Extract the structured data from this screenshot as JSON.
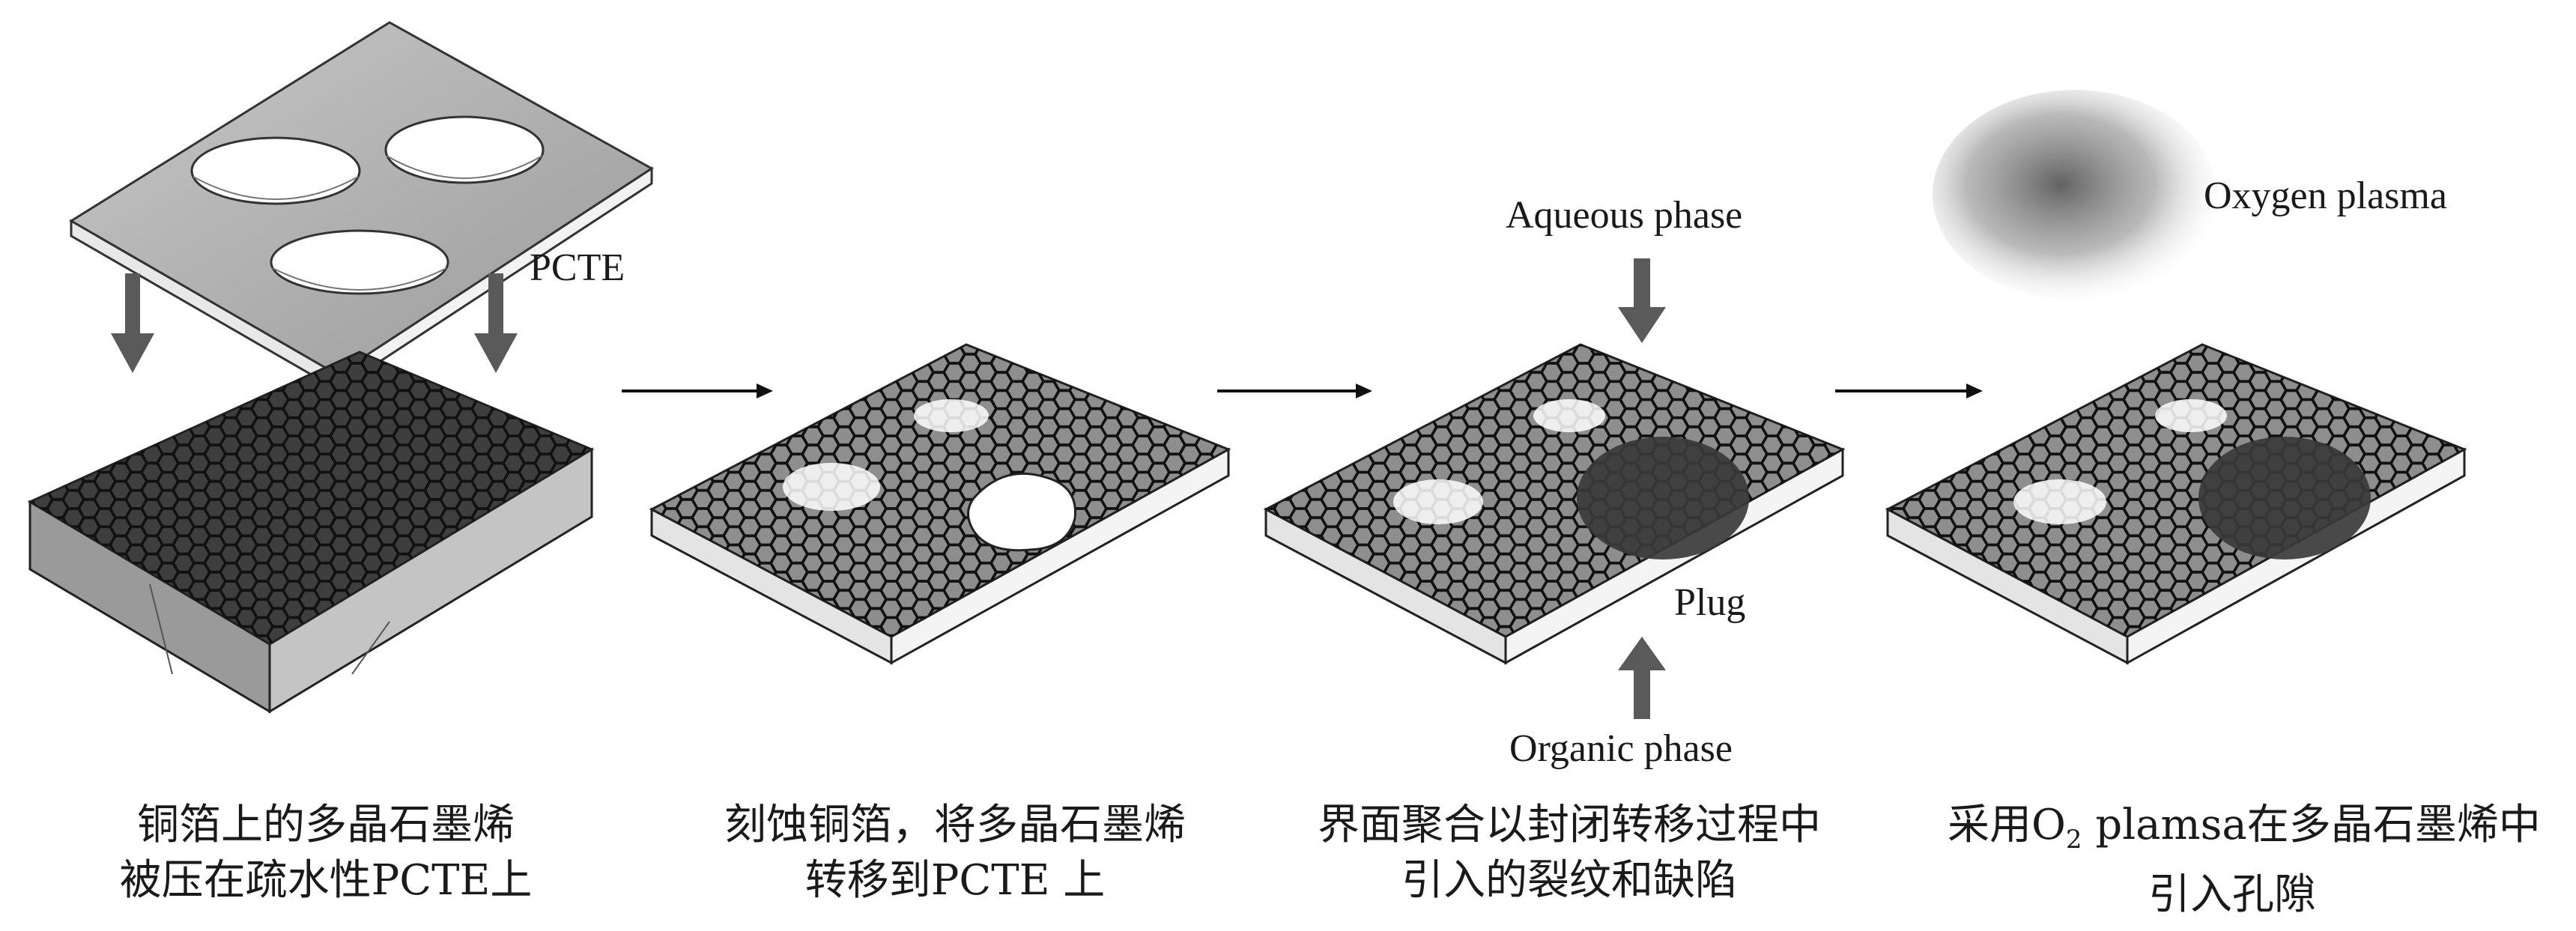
{
  "labels": {
    "pcte": "PCTE",
    "aqueous": "Aqueous phase",
    "plug": "Plug",
    "organic": "Organic phase",
    "oxygen": "Oxygen plasma"
  },
  "captions": [
    {
      "line1": "铜箔上的多晶石墨烯",
      "line2": "被压在疏水性PCTE上"
    },
    {
      "line1": "刻蚀铜箔，将多晶石墨烯",
      "line2": "转移到PCTE 上"
    },
    {
      "line1": "界面聚合以封闭转移过程中",
      "line2": "引入的裂纹和缺陷"
    },
    {
      "line1_a": "采用O",
      "line1_sub": "2",
      "line1_b": " plamsa在多晶石墨烯中",
      "line2": "引入孔隙"
    }
  ],
  "colors": {
    "slab_top": "#8c8c8c",
    "slab_side": "#b0b0b0",
    "slab_base": "#e6e6e6",
    "hexagon_stroke": "#111111",
    "arrow": "#5a5a5a",
    "plug": "#3a3a3a",
    "plasma": "#6a6a6a"
  }
}
